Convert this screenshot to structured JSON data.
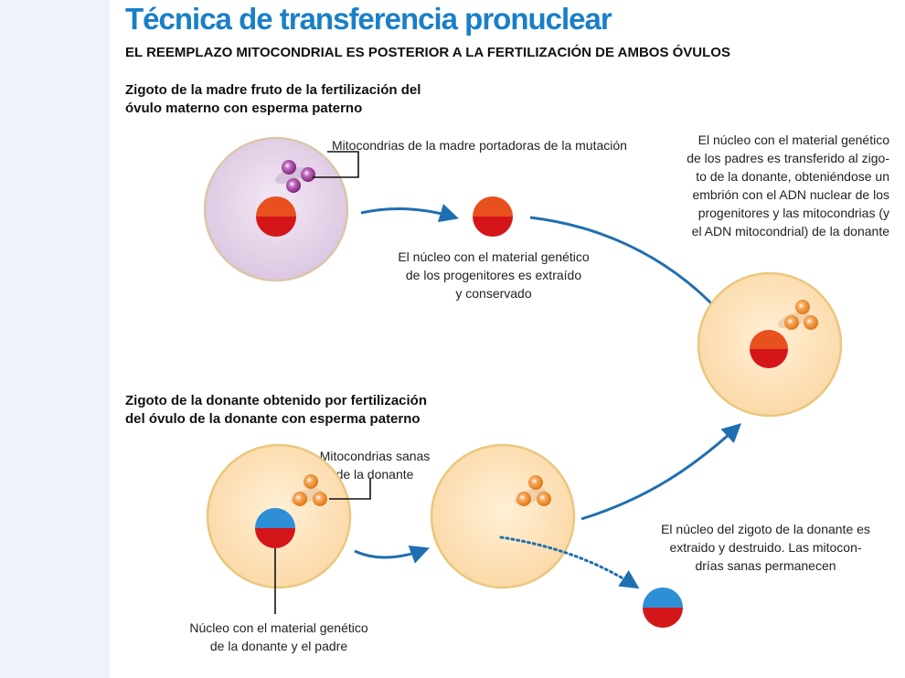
{
  "title": "Técnica de transferencia pronuclear",
  "subtitle": "EL REEMPLAZO MITOCONDRIAL ES POSTERIOR A LA FERTILIZACIÓN DE AMBOS ÓVULOS",
  "mother_section": {
    "heading": [
      "Zigoto de la madre fruto de la fertilización del",
      "óvulo materno con esperma paterno"
    ],
    "mito_label": "Mitocondrias de la madre portadoras de la mutación",
    "extract_note": [
      "El núcleo con el material genético",
      "de los progenitores es extraído",
      "y conservado"
    ]
  },
  "result_note": [
    "El núcleo con el material genético",
    "de los padres es transferido al zigo-",
    "to de la donante, obteniéndose un",
    "embrión con el ADN nuclear de los",
    "progenitores y las mitocondrias (y",
    "el ADN mitocondrial) de la donante"
  ],
  "donor_section": {
    "heading": [
      "Zigoto de la donante obtenido por fertilización",
      "del óvulo de la donante con esperma paterno"
    ],
    "mito_label": [
      "Mitocondrias sanas",
      "de la donante"
    ],
    "nucleus_label": [
      "Núcleo con el material genético",
      "de la donante y el padre"
    ],
    "destroy_note": [
      "El núcleo del zigoto de la donante es",
      "extraido y destruido. Las mitocon-",
      "drías sanas permanecen"
    ]
  },
  "colors": {
    "title_blue": "#1a7fc6",
    "arrow_blue": "#1f6fb0",
    "mother_cell": "#e6d6ea",
    "mother_mito": "#8e2f8c",
    "donor_cell": "#fde3bb",
    "donor_mito": "#f08a2a",
    "nucleus_red": "#d92a1c",
    "nucleus_blue": "#2e8fd6"
  }
}
